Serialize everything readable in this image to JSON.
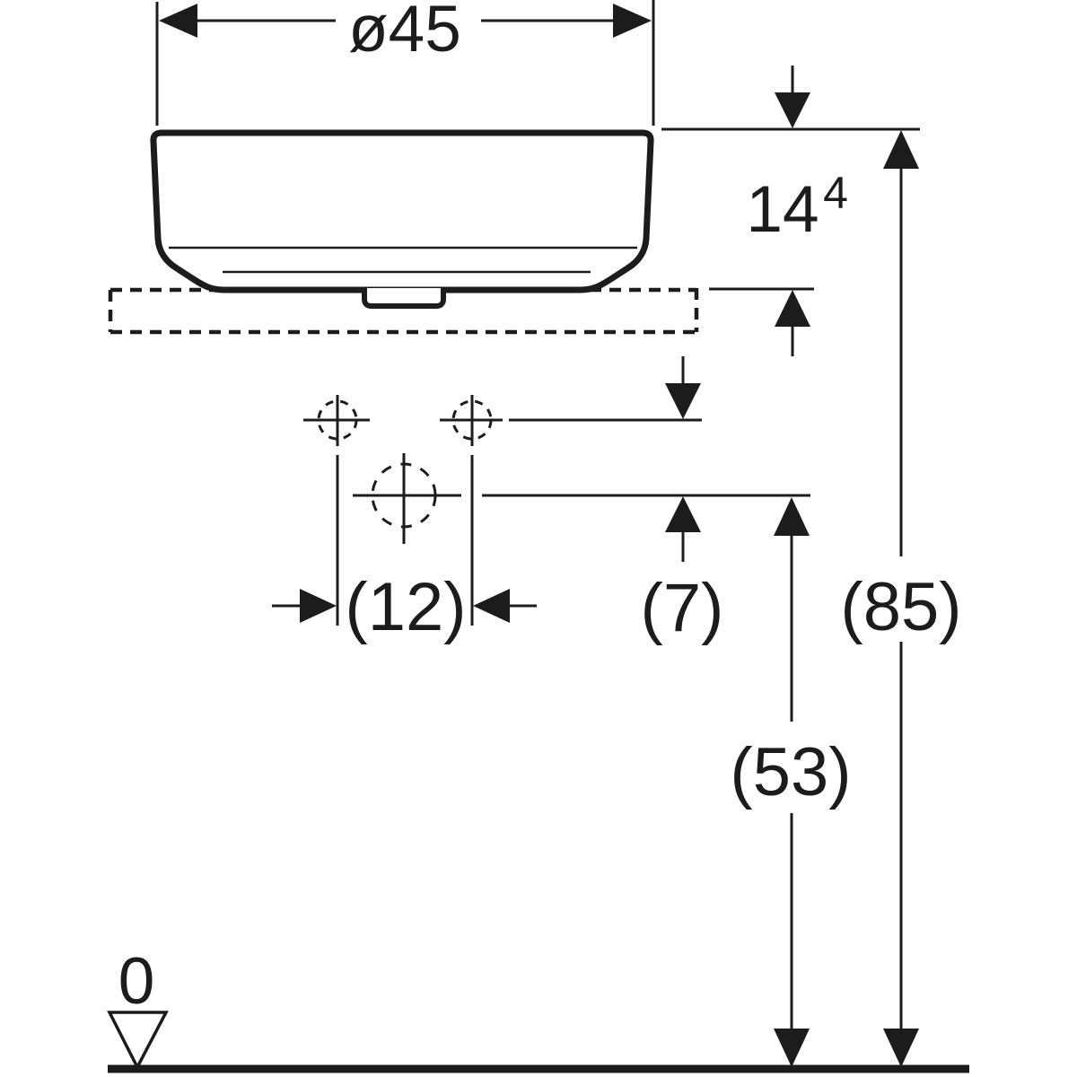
{
  "dimensions": {
    "diameter": {
      "label": "ø45",
      "value": 45
    },
    "rim_above_counter": {
      "label": "14",
      "superscript": "4",
      "value": 14
    },
    "hole_spacing": {
      "label": "(12)",
      "value": 12
    },
    "hole_drain_offset": {
      "label": "(7)",
      "value": 7
    },
    "drain_center_height": {
      "label": "(53)",
      "value": 53
    },
    "rim_height": {
      "label": "(85)",
      "value": 85
    },
    "floor_datum": {
      "label": "0",
      "value": 0
    }
  },
  "colors": {
    "ink": "#1c1c1c",
    "background": "#ffffff"
  }
}
